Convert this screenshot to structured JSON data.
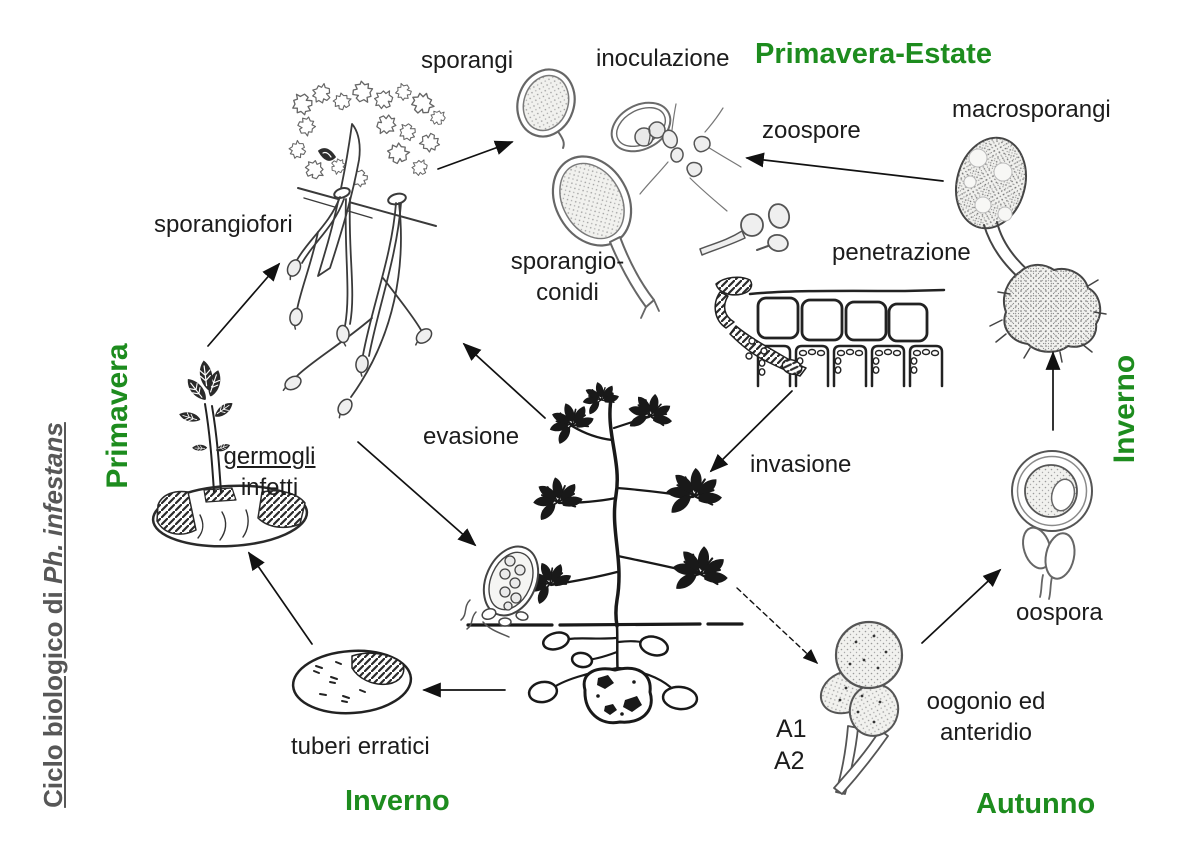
{
  "title": {
    "prefix": "Ciclo biologico di",
    "species": "Ph. infestans"
  },
  "season_labels": {
    "primavera_estate": "Primavera-Estate",
    "primavera": "Primavera",
    "inverno_side": "Inverno",
    "inverno_bottom": "Inverno",
    "autunno": "Autunno"
  },
  "stage_labels": {
    "sporangi": "sporangi",
    "inoculazione": "inoculazione",
    "zoospore": "zoospore",
    "macrosporangi": "macrosporangi",
    "sporangiofori": "sporangiofori",
    "sporangio_conidi_line1": "sporangio-",
    "sporangio_conidi_line2": "conidi",
    "penetrazione": "penetrazione",
    "evasione": "evasione",
    "invasione": "invasione",
    "germogli": "germogli",
    "infetti": "infetti",
    "oospora": "oospora",
    "oogonio_line1": "oogonio ed",
    "oogonio_line2": "anteridio",
    "tuberi_erratici": "tuberi erratici",
    "a1": "A1",
    "a2": "A2"
  },
  "colors": {
    "season_green": "#1d8c1e",
    "title_gray": "#575757",
    "label_color": "#1c1c1c"
  },
  "illustrations": [
    "infected-leaf-sporangiophores-illustration",
    "sporangium-illustration",
    "sporangioconidium-illustration",
    "germinating-sporangium-illustration",
    "zoospores-illustration",
    "encysting-zoospores-illustration",
    "macrosporangium-illustration",
    "leaf-tissue-penetration-illustration",
    "potato-plant-illustration",
    "germinating-oospore-illustration",
    "infected-sprout-tuber-illustration",
    "erratic-tuber-illustration",
    "oogonium-antheridium-illustration",
    "oospore-illustration"
  ]
}
